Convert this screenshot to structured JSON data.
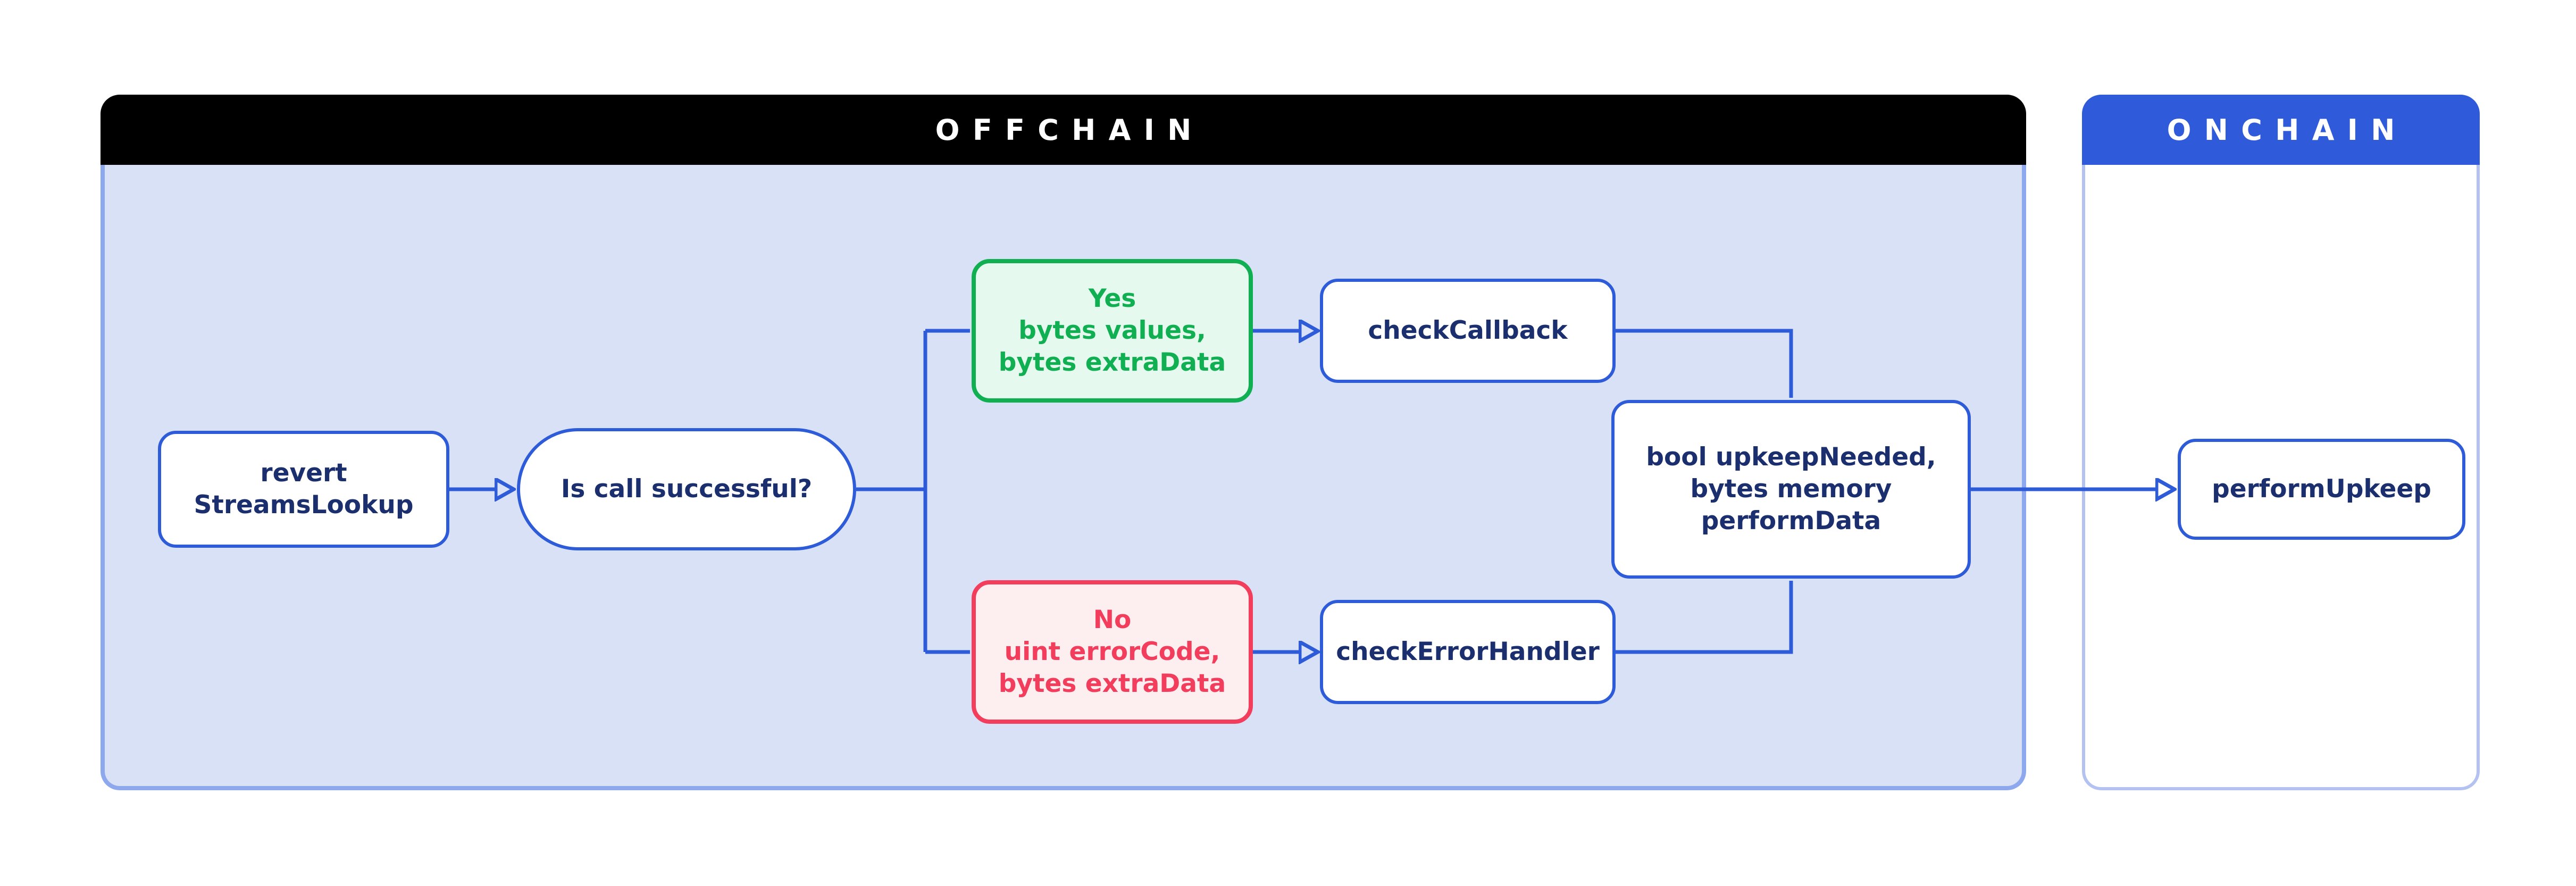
{
  "diagram": {
    "offchain": {
      "title": "OFFCHAIN"
    },
    "onchain": {
      "title": "ONCHAIN"
    },
    "nodes": {
      "revert": {
        "line1": "revert",
        "line2": "StreamsLookup"
      },
      "question": {
        "line1": "Is call successful?"
      },
      "yes_branch": {
        "line1": "Yes",
        "line2": "bytes values,",
        "line3": "bytes extraData"
      },
      "no_branch": {
        "line1": "No",
        "line2": "uint errorCode,",
        "line3": "bytes extraData"
      },
      "check_callback": {
        "line1": "checkCallback"
      },
      "check_error_handler": {
        "line1": "checkErrorHandler"
      },
      "upkeep_needed": {
        "line1": "bool upkeepNeeded,",
        "line2": "bytes memory",
        "line3": "performData"
      },
      "perform_upkeep": {
        "line1": "performUpkeep"
      }
    },
    "colors": {
      "connector_blue": "#2e5bd8",
      "onchain_header_blue": "#2f5bdb",
      "offchain_header_black": "#000000",
      "navy_text": "#1b2e6e",
      "green": "#10af52",
      "green_fill": "#e6f9ef",
      "red": "#f23d5c",
      "red_fill": "#fdeef0",
      "offchain_fill": "#d9e1f7",
      "offchain_border": "#8ea8ed",
      "onchain_border": "#b4c2f2"
    }
  }
}
